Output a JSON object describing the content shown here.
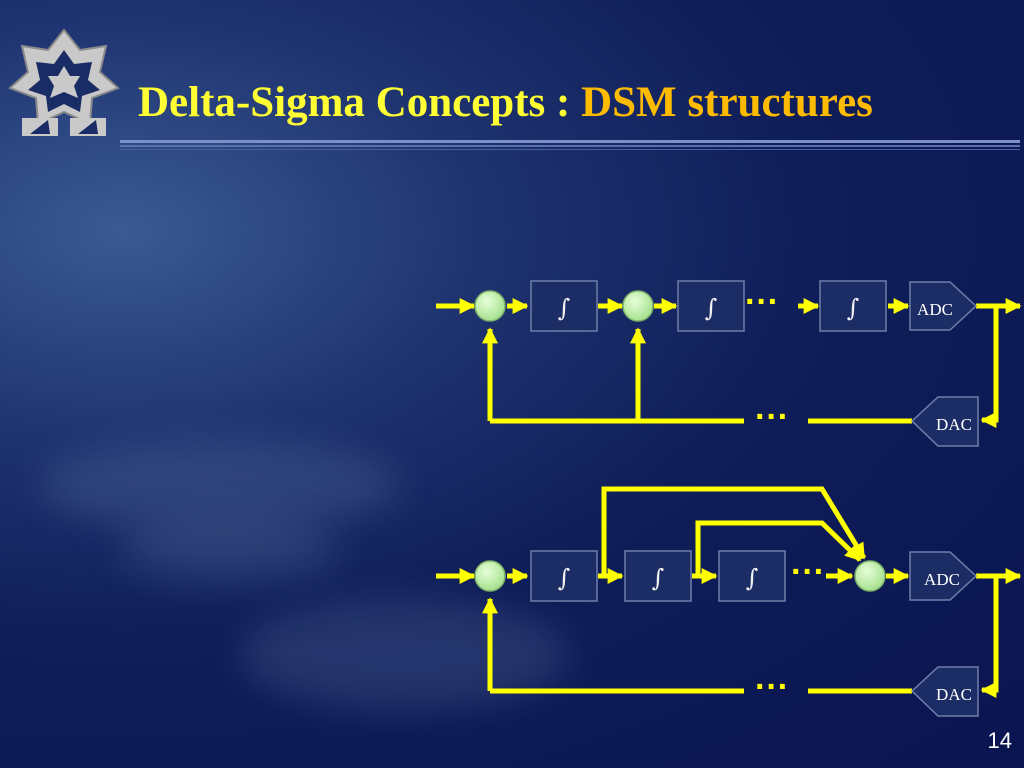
{
  "title": {
    "main": "Delta-Sigma Concepts : ",
    "accent": "DSM structures"
  },
  "page_number": "14",
  "diagram_top": {
    "integrator_symbol": "∫",
    "adc_label": "ADC",
    "dac_label": "DAC",
    "ellipsis": "···"
  },
  "diagram_bottom": {
    "integrator_symbol": "∫",
    "adc_label": "ADC",
    "dac_label": "DAC",
    "ellipsis": "···"
  },
  "colors": {
    "title": "#ffff33",
    "title_accent": "#ffbb00",
    "wire": "#ffff00",
    "summing_node": "#c2f2b0",
    "block_fill": "#1c2d66",
    "block_border": "#6e7fa8"
  }
}
